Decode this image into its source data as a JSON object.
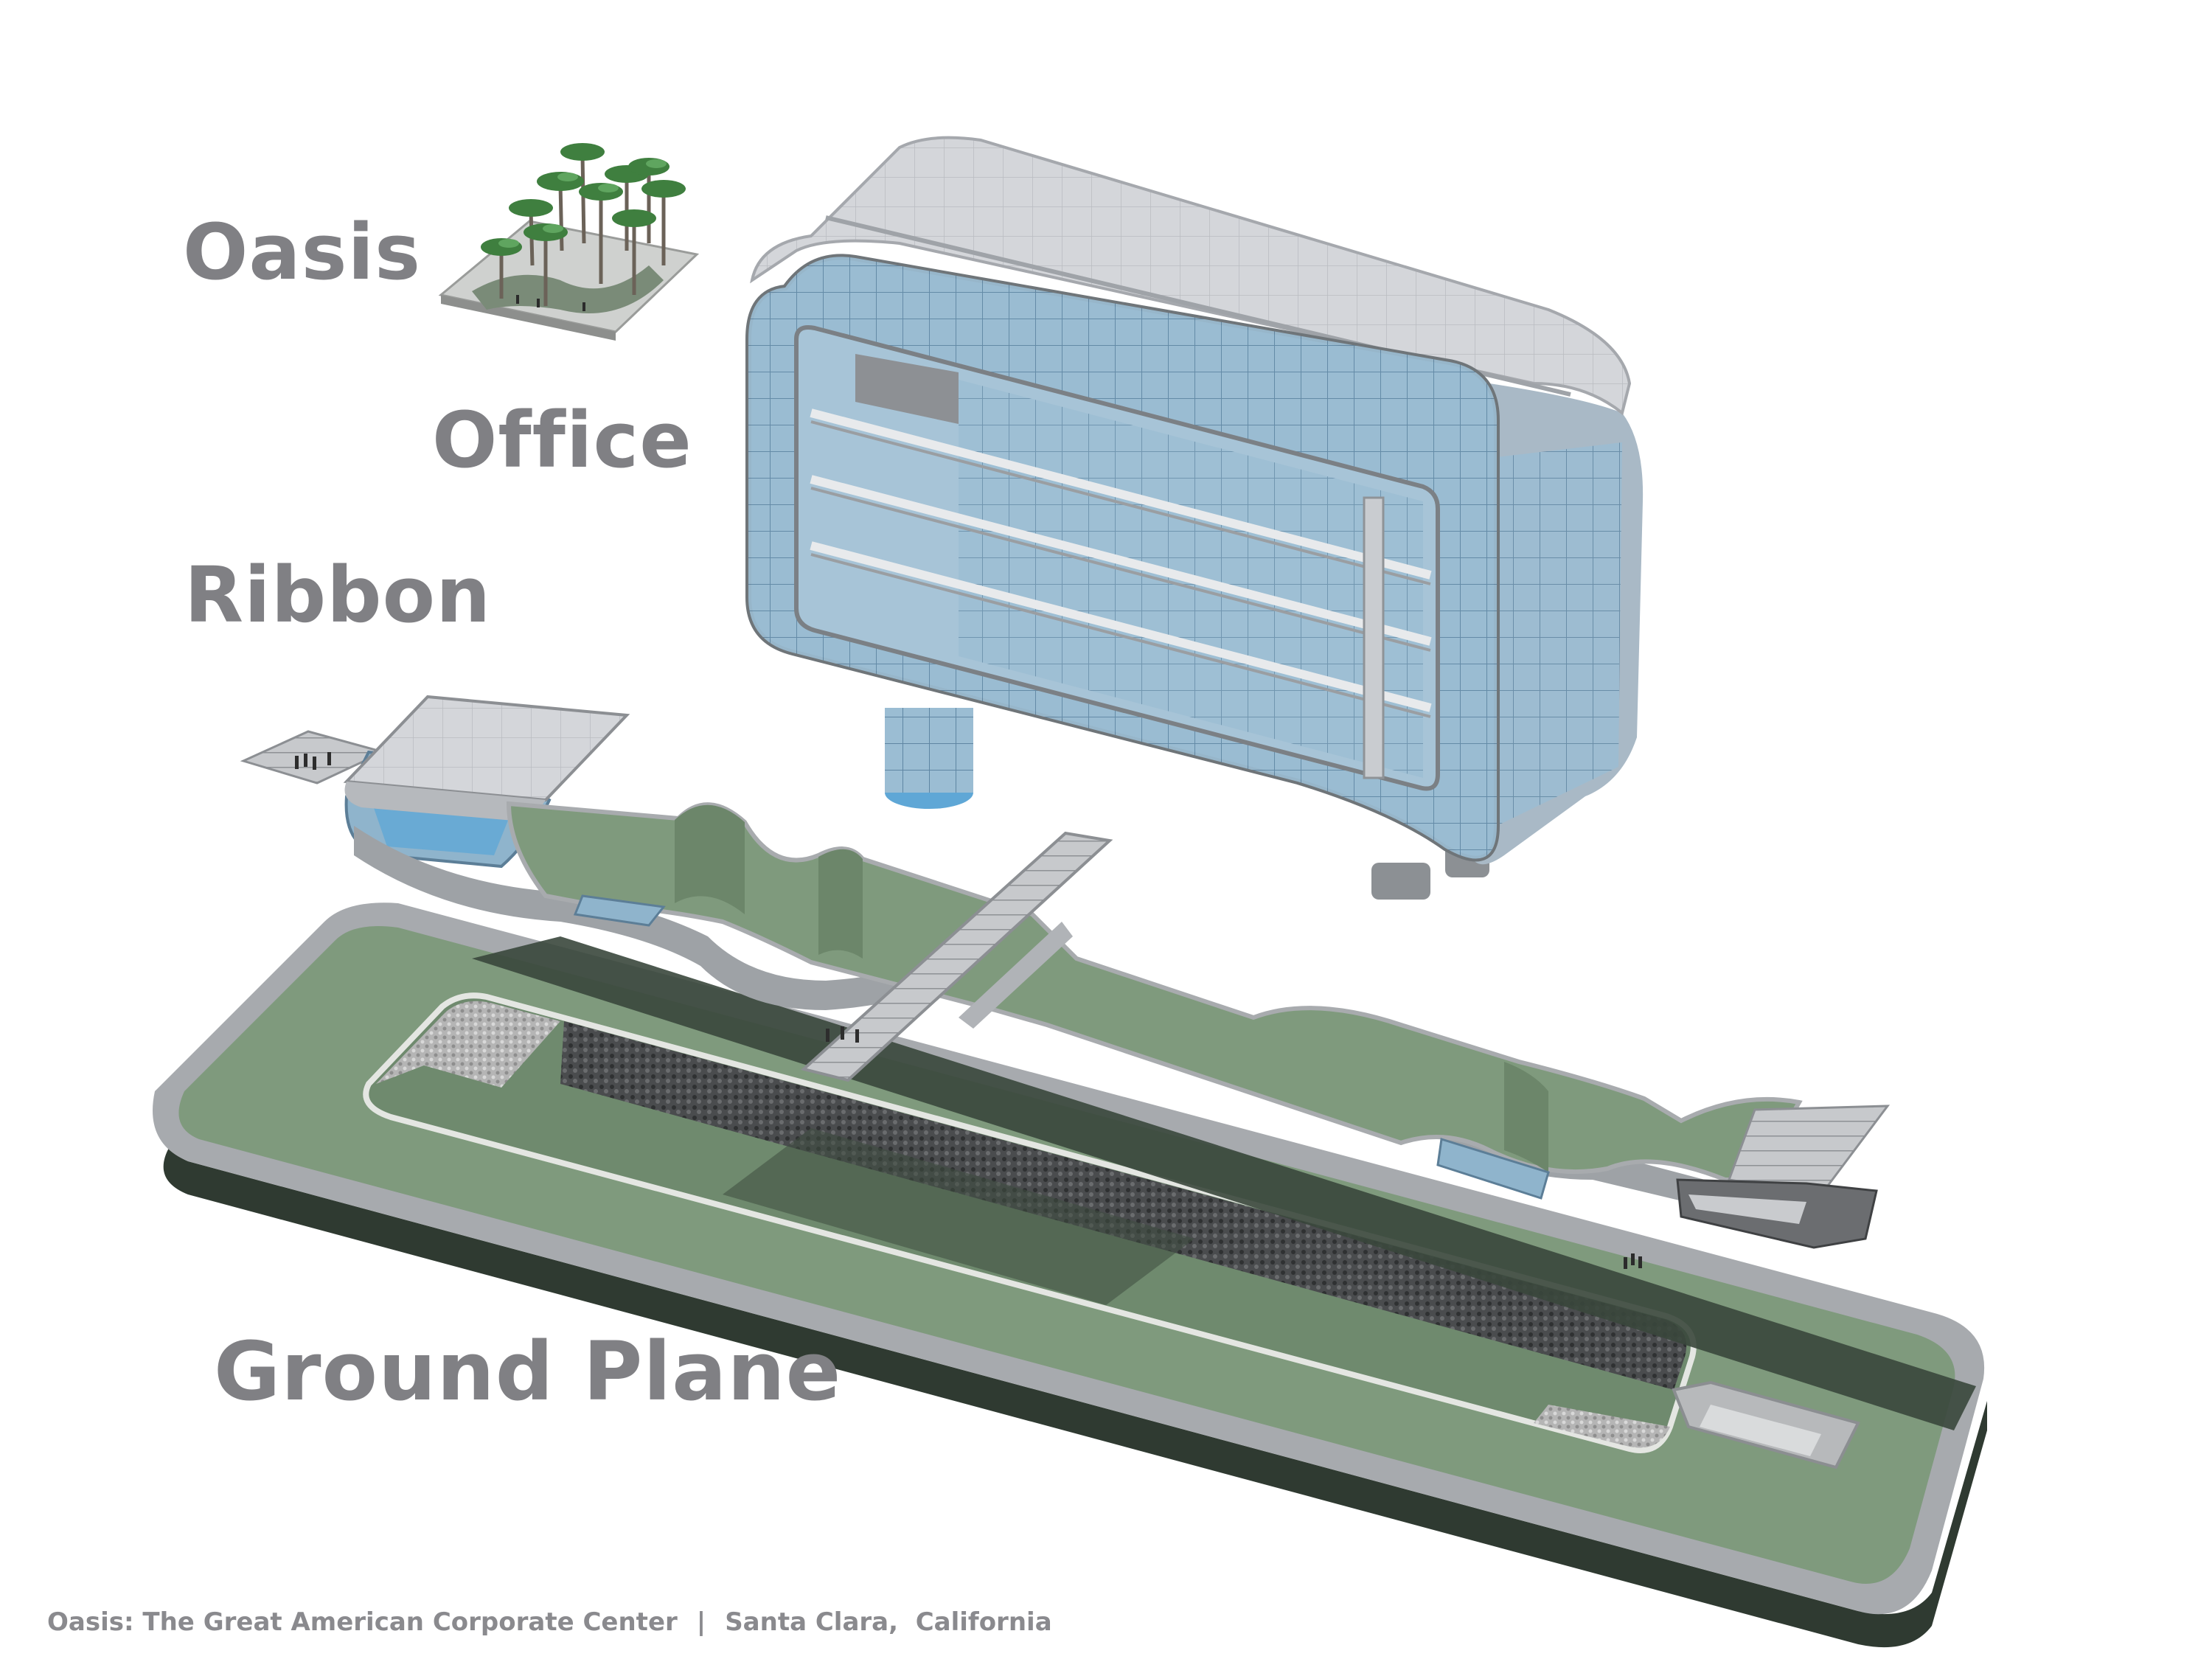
{
  "labels": {
    "oasis": "Oasis",
    "office": "Office",
    "ribbon": "Ribbon",
    "ground_plane": "Ground Plane"
  },
  "caption": {
    "project": "Oasis: The Great American Corporate Center",
    "separator": "|",
    "location": "Santa Clara,  California"
  },
  "colors": {
    "label_text": "#808084",
    "lawn_green": "#7f9a7d",
    "dark_green": "#3b4a3d",
    "glass_blue": "#8fb4cc",
    "roof_gray": "#cfd2d6",
    "rim_gray": "#a5a8ac"
  }
}
